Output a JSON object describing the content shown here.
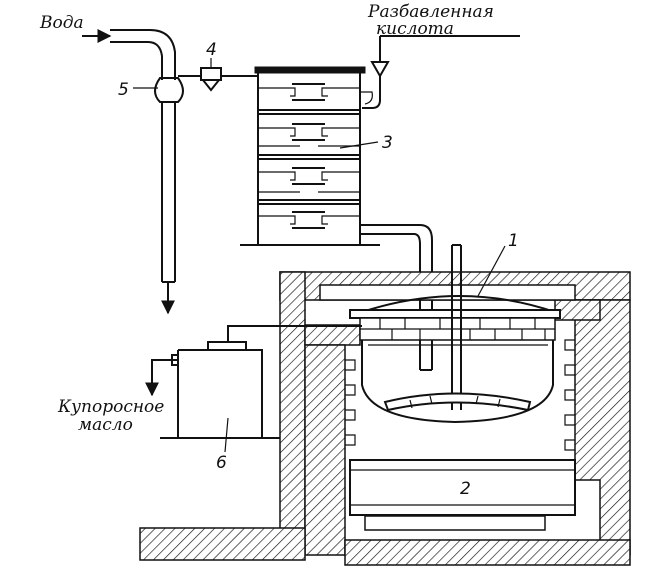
{
  "labels": {
    "water": "Вода",
    "dilute_acid_line1": "Разбавленная",
    "dilute_acid_line2": "кислота",
    "vitriol_line1": "Купоросное",
    "vitriol_line2": "масло"
  },
  "numbers": {
    "n1": "1",
    "n2": "2",
    "n3": "3",
    "n4": "4",
    "n5": "5",
    "n6": "6"
  }
}
